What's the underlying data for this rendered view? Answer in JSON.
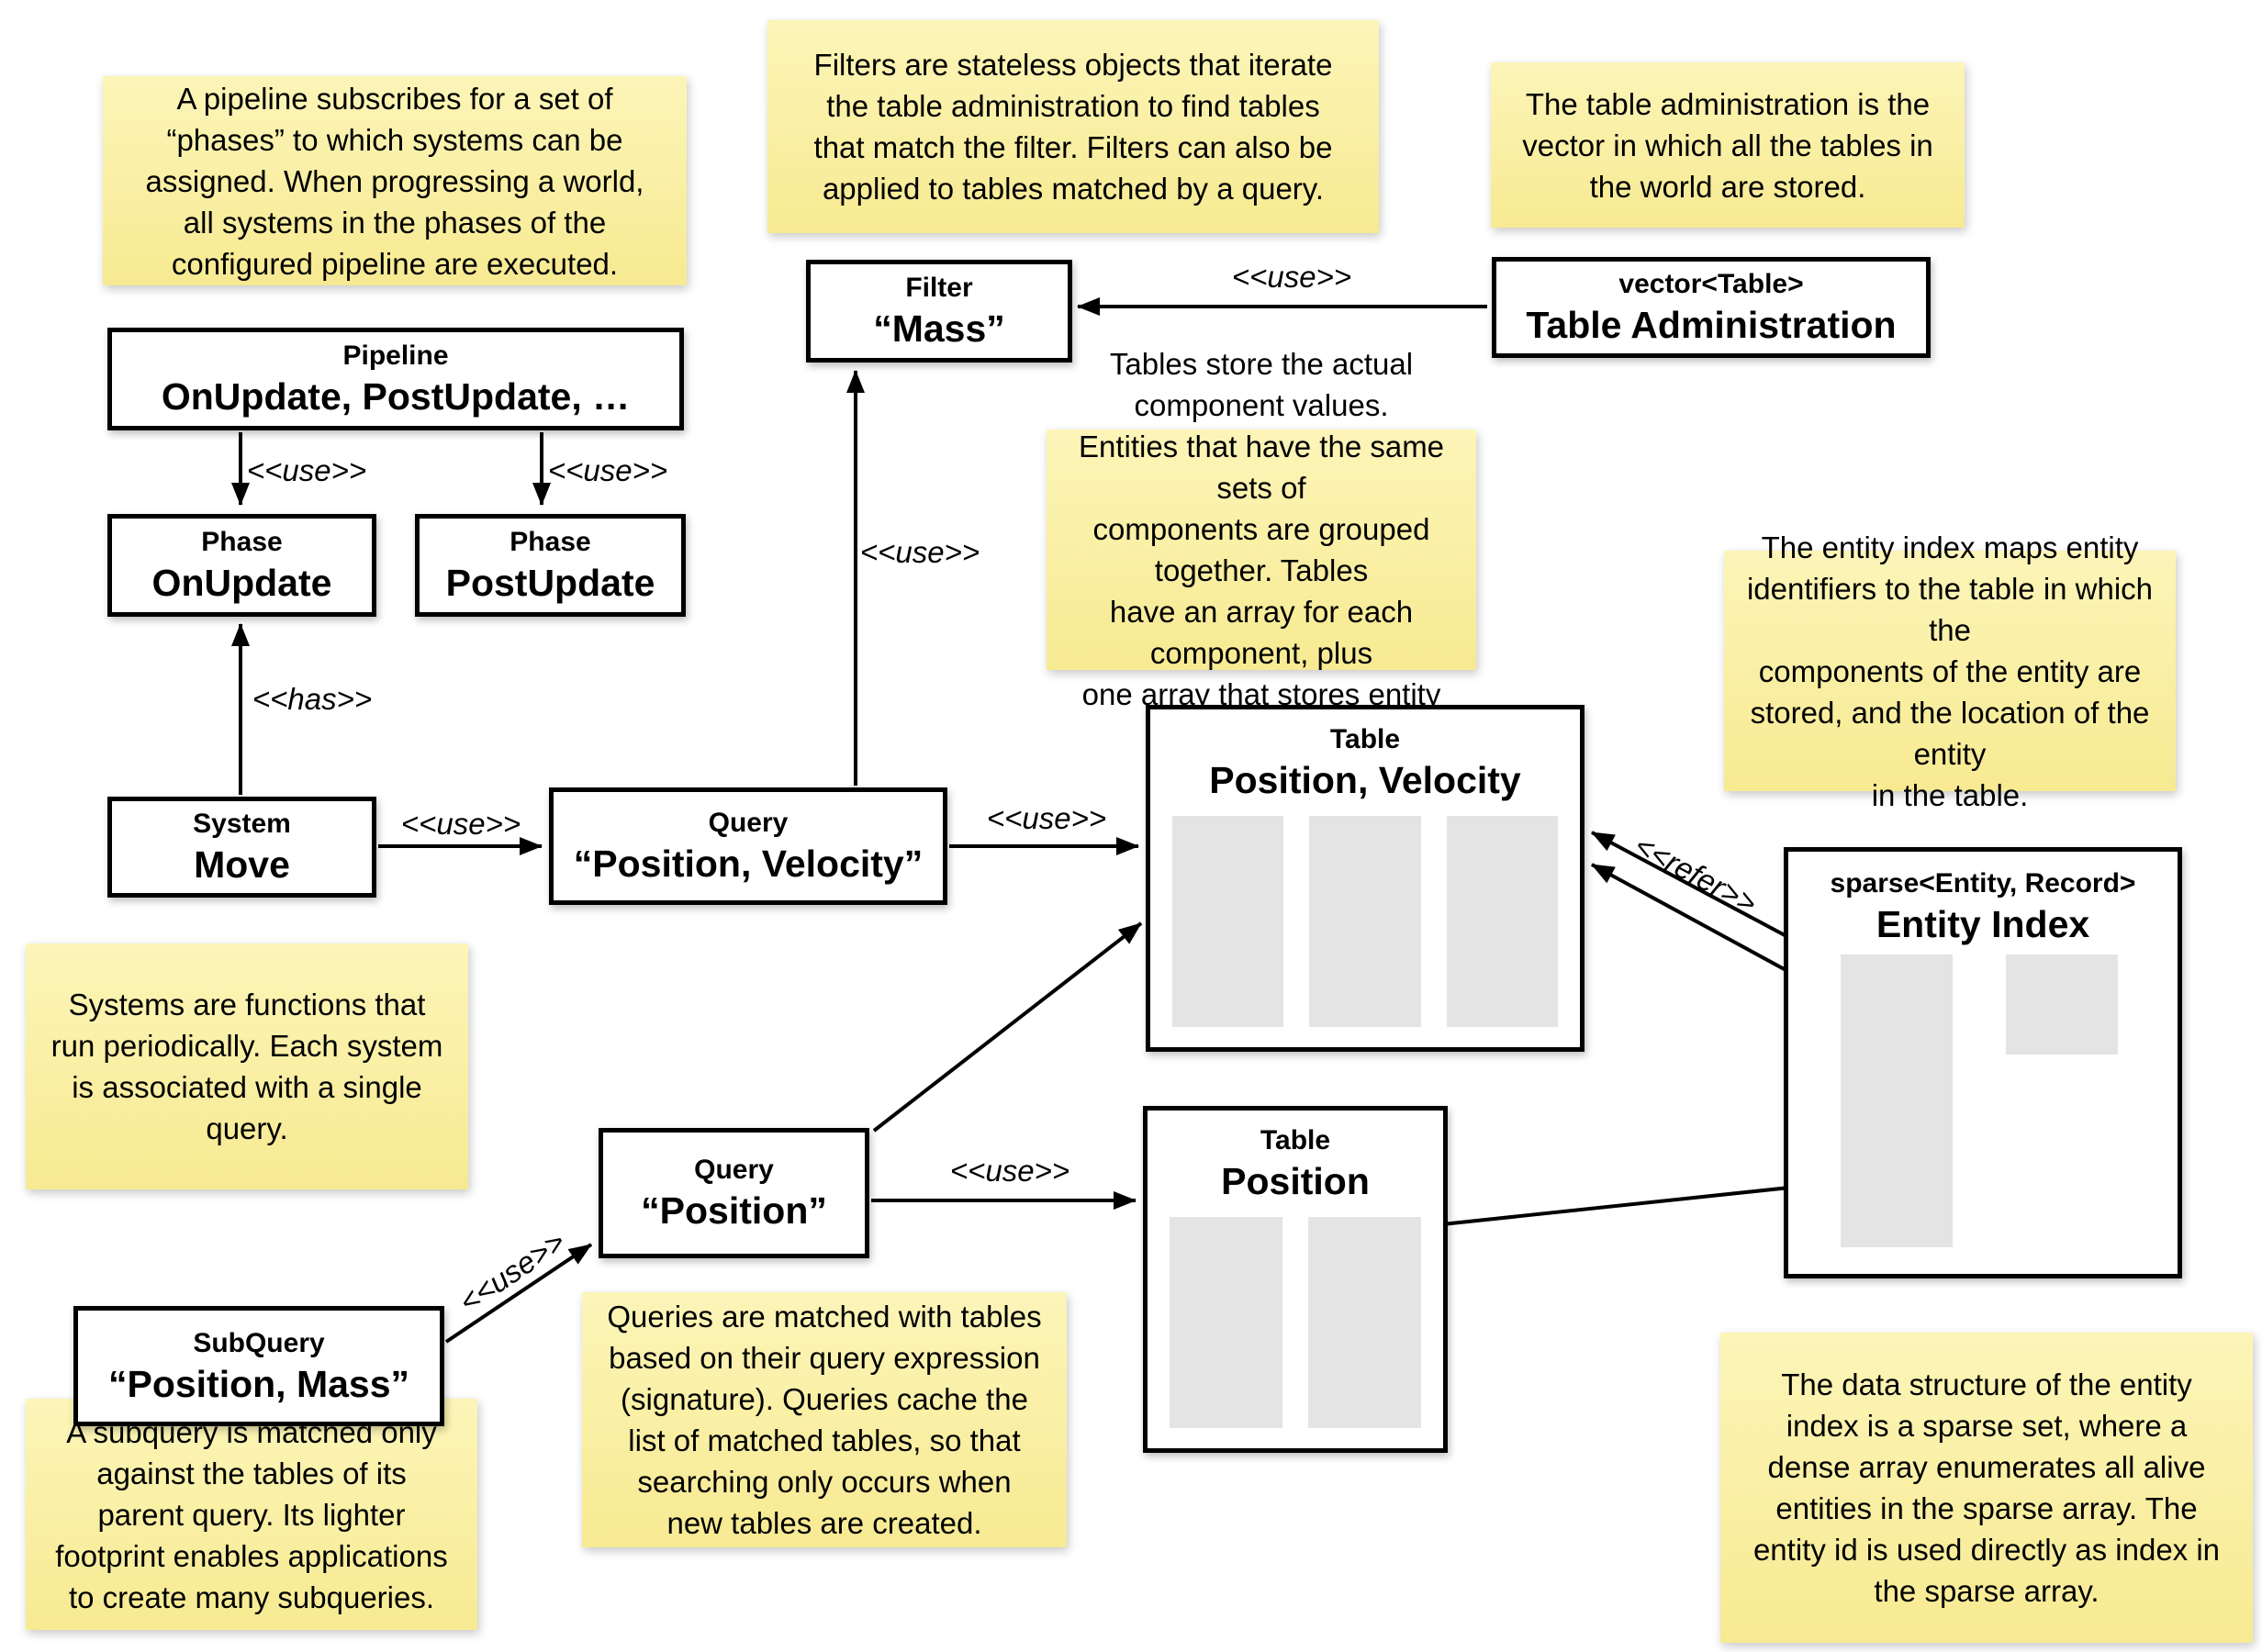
{
  "stereotypes": {
    "use": "<<use>>",
    "has": "<<has>>",
    "refer": "<<refer>>"
  },
  "notes": {
    "pipeline": "A pipeline subscribes for a set of\n“phases” to which systems can be\nassigned. When progressing a world,\nall systems in the phases of the\nconfigured pipeline are executed.",
    "filters": "Filters are stateless objects that iterate\nthe table administration to find tables\nthat match the filter. Filters can also be\napplied to tables matched by a query.",
    "table_administration": "The table administration is the\nvector in which all the tables in\nthe world are stored.",
    "tables": "Tables store the actual component values.\nEntities that have the same sets of\ncomponents are grouped together. Tables\nhave an array for each component, plus\none array that stores entity ids.",
    "entity_index": "The entity index maps entity\nidentifiers to the table in which the\ncomponents of the entity are\nstored, and the location of the entity\nin the table.",
    "systems": "Systems are functions that\nrun periodically. Each system\nis associated with a single\nquery.",
    "queries": "Queries are matched with tables\nbased on their query expression\n(signature). Queries cache the\nlist of matched tables, so that\nsearching only occurs when\nnew tables are created.",
    "subquery": "A subquery is matched only\nagainst the tables of its\nparent query. Its lighter\nfootprint enables applications\nto create many subqueries.",
    "sparse_set": "The data structure of the entity\nindex is a sparse set, where a\ndense array enumerates all alive\nentities in the sparse array. The\nentity id is used directly as index in\nthe sparse array."
  },
  "boxes": {
    "pipeline": {
      "type": "Pipeline",
      "name": "OnUpdate, PostUpdate, …"
    },
    "phase_onupdate": {
      "type": "Phase",
      "name": "OnUpdate"
    },
    "phase_postupdate": {
      "type": "Phase",
      "name": "PostUpdate"
    },
    "system_move": {
      "type": "System",
      "name": "Move"
    },
    "query_position_velocity": {
      "type": "Query",
      "name": "“Position, Velocity”"
    },
    "filter_mass": {
      "type": "Filter",
      "name": "“Mass”"
    },
    "table_administration": {
      "type": "vector<Table>",
      "name": "Table Administration"
    },
    "table_position_velocity": {
      "type": "Table",
      "name": "Position, Velocity"
    },
    "table_position": {
      "type": "Table",
      "name": "Position"
    },
    "entity_index": {
      "type": "sparse<Entity, Record>",
      "name": "Entity Index"
    },
    "subquery_position_mass": {
      "type": "SubQuery",
      "name": "“Position, Mass”"
    },
    "query_position": {
      "type": "Query",
      "name": "“Position”"
    }
  }
}
